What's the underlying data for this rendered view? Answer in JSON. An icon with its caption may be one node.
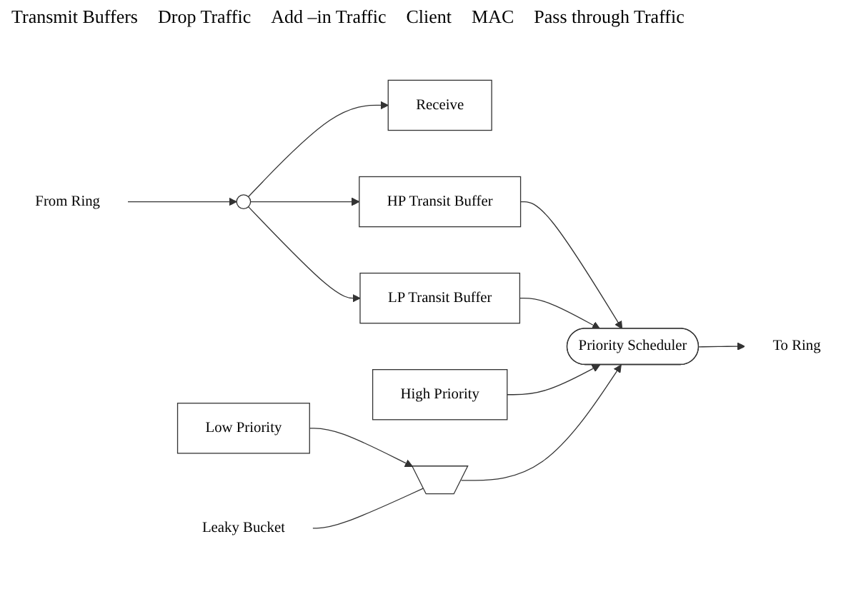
{
  "diagram": {
    "nodes": [
      {
        "text": [
          "Receive"
        ]
      },
      {
        "text": [
          "High Priority"
        ]
      },
      {
        "text": [
          "Low Priority"
        ]
      },
      {
        "text": [],
        "shape": "trapezoid"
      },
      {
        "text": [
          "Leaky Bucket"
        ]
      },
      {
        "text": [],
        "shape": "circle"
      },
      {
        "text": [
          "HP Transit Buffer"
        ]
      },
      {
        "text": [
          "LP Transit Buffer"
        ]
      },
      {
        "text": [
          "Priority Scheduler"
        ]
      },
      {
        "text": [
          "From Ring"
        ]
      },
      {
        "text": [
          "To Ring"
        ]
      }
    ],
    "edges": [
      {
        "from": 9,
        "to": 5,
        "arrow": "to"
      },
      {
        "from": 5,
        "to": 0,
        "arrow": "to"
      },
      {
        "from": 5,
        "to": 6,
        "arrow": "to"
      },
      {
        "from": 5,
        "to": 7,
        "arrow": "to"
      },
      {
        "from": 6,
        "to": 8,
        "arrow": "to"
      },
      {
        "from": 7,
        "to": 8,
        "arrow": "to"
      },
      {
        "from": 1,
        "to": 8,
        "arrow": "to"
      },
      {
        "from": 2,
        "to": 3,
        "arrow": "to"
      },
      {
        "from": 3,
        "to": 8,
        "arrow": "to"
      },
      {
        "from": 4,
        "to": 3,
        "arrow": "none"
      },
      {
        "from": 8,
        "to": 10,
        "arrow": "to"
      }
    ],
    "labels": [
      "Transmit Buffers",
      "Drop Traffic",
      "Add –in Traffic",
      "Client",
      "MAC",
      "Pass through Traffic"
    ]
  }
}
